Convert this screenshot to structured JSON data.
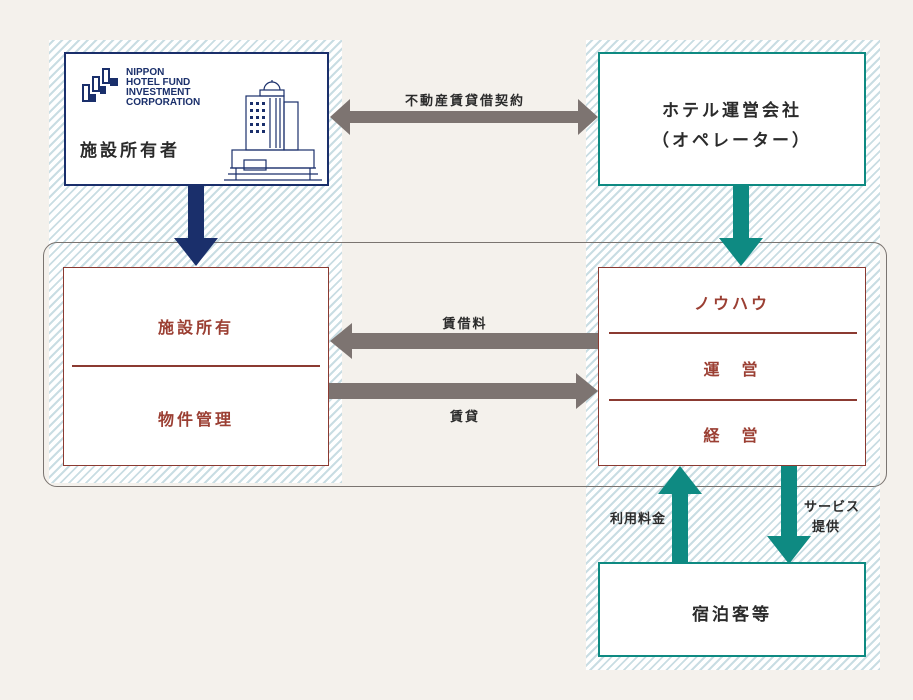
{
  "owner": {
    "logo_line1": "NIPPON",
    "logo_line2": "HOTEL FUND",
    "logo_line3": "INVESTMENT",
    "logo_line4": "CORPORATION",
    "title": "施設所有者",
    "icon": "hotel-building-icon"
  },
  "operator": {
    "line1": "ホテル運営会社",
    "line2": "（オペレーター）"
  },
  "contract_label": "不動産賃貸借契約",
  "left_block": {
    "top": "施設所有",
    "bottom": "物件管理"
  },
  "right_block": {
    "top": "ノウハウ",
    "middle": "運　営",
    "bottom": "経　営"
  },
  "rent_label": "賃借料",
  "lease_label": "賃貸",
  "guests": {
    "label": "宿泊客等"
  },
  "fee_label": "利用料金",
  "service_label_1": "サービス",
  "service_label_2": "提供",
  "colors": {
    "navy": "#1a2f6b",
    "teal": "#0e8a82",
    "gray_arrow": "#7d7471",
    "accent_red": "#9b3f33",
    "hatch": "#c9dde3"
  }
}
